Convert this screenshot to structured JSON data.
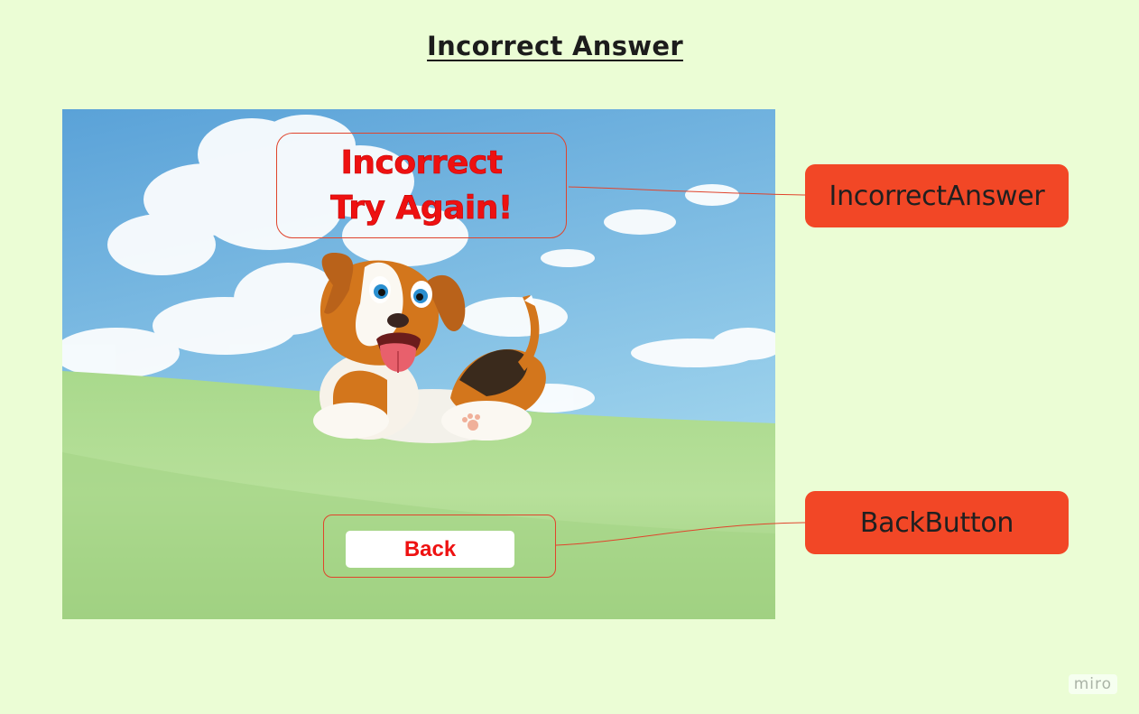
{
  "page": {
    "title": "Incorrect Answer"
  },
  "screen": {
    "message_line1": "Incorrect",
    "message_line2": "Try Again!",
    "back_button_label": "Back",
    "illustration": "cartoon-beagle-puppy"
  },
  "callouts": {
    "incorrect_answer": "IncorrectAnswer",
    "back_button": "BackButton"
  },
  "watermark": "miro",
  "colors": {
    "board_background": "#ebfdd5",
    "callout_fill": "#f24726",
    "message_text": "#ee1111",
    "frame_stroke": "#e0442c"
  }
}
